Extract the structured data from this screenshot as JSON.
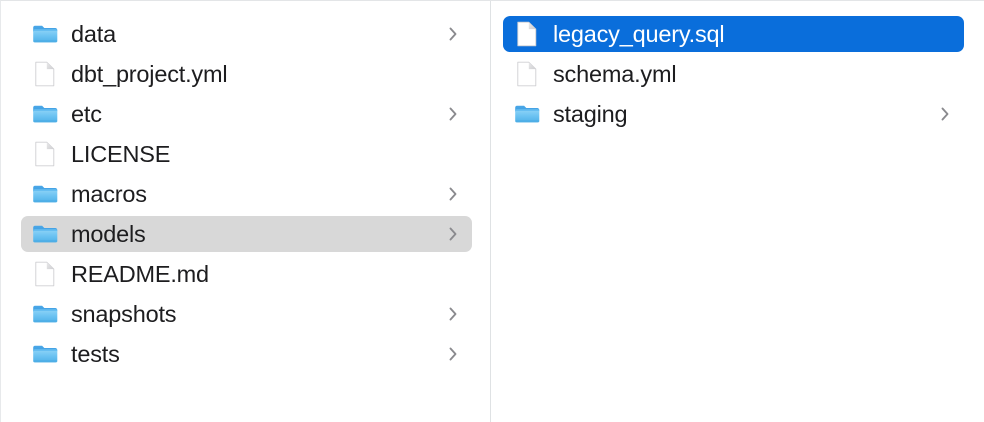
{
  "window": {
    "view_mode": "column-view",
    "divider_color": "#dfe2e4",
    "background_color": "#ffffff"
  },
  "colors": {
    "selection_active": "#0a6edb",
    "selection_inactive": "#d8d8d8",
    "folder_icon": "#62b9ef",
    "text": "#1d1d1f",
    "text_selected": "#ffffff",
    "chevron": "#8a8a8e"
  },
  "columns": [
    {
      "name": "project-root-column",
      "items": [
        {
          "label": "data",
          "kind": "folder",
          "icon": "folder-icon",
          "has_chevron": true,
          "selected": false,
          "selection_style": "none"
        },
        {
          "label": "dbt_project.yml",
          "kind": "file",
          "icon": "document-icon",
          "has_chevron": false,
          "selected": false,
          "selection_style": "none"
        },
        {
          "label": "etc",
          "kind": "folder",
          "icon": "folder-icon",
          "has_chevron": true,
          "selected": false,
          "selection_style": "none"
        },
        {
          "label": "LICENSE",
          "kind": "file",
          "icon": "document-icon",
          "has_chevron": false,
          "selected": false,
          "selection_style": "none"
        },
        {
          "label": "macros",
          "kind": "folder",
          "icon": "folder-icon",
          "has_chevron": true,
          "selected": false,
          "selection_style": "none"
        },
        {
          "label": "models",
          "kind": "folder",
          "icon": "folder-icon",
          "has_chevron": true,
          "selected": true,
          "selection_style": "gray"
        },
        {
          "label": "README.md",
          "kind": "file",
          "icon": "document-icon",
          "has_chevron": false,
          "selected": false,
          "selection_style": "none"
        },
        {
          "label": "snapshots",
          "kind": "folder",
          "icon": "folder-icon",
          "has_chevron": true,
          "selected": false,
          "selection_style": "none"
        },
        {
          "label": "tests",
          "kind": "folder",
          "icon": "folder-icon",
          "has_chevron": true,
          "selected": false,
          "selection_style": "none"
        }
      ]
    },
    {
      "name": "models-folder-column",
      "items": [
        {
          "label": "legacy_query.sql",
          "kind": "file",
          "icon": "document-icon",
          "has_chevron": false,
          "selected": true,
          "selection_style": "blue"
        },
        {
          "label": "schema.yml",
          "kind": "file",
          "icon": "document-icon",
          "has_chevron": false,
          "selected": false,
          "selection_style": "none"
        },
        {
          "label": "staging",
          "kind": "folder",
          "icon": "folder-icon",
          "has_chevron": true,
          "selected": false,
          "selection_style": "none"
        }
      ]
    }
  ]
}
